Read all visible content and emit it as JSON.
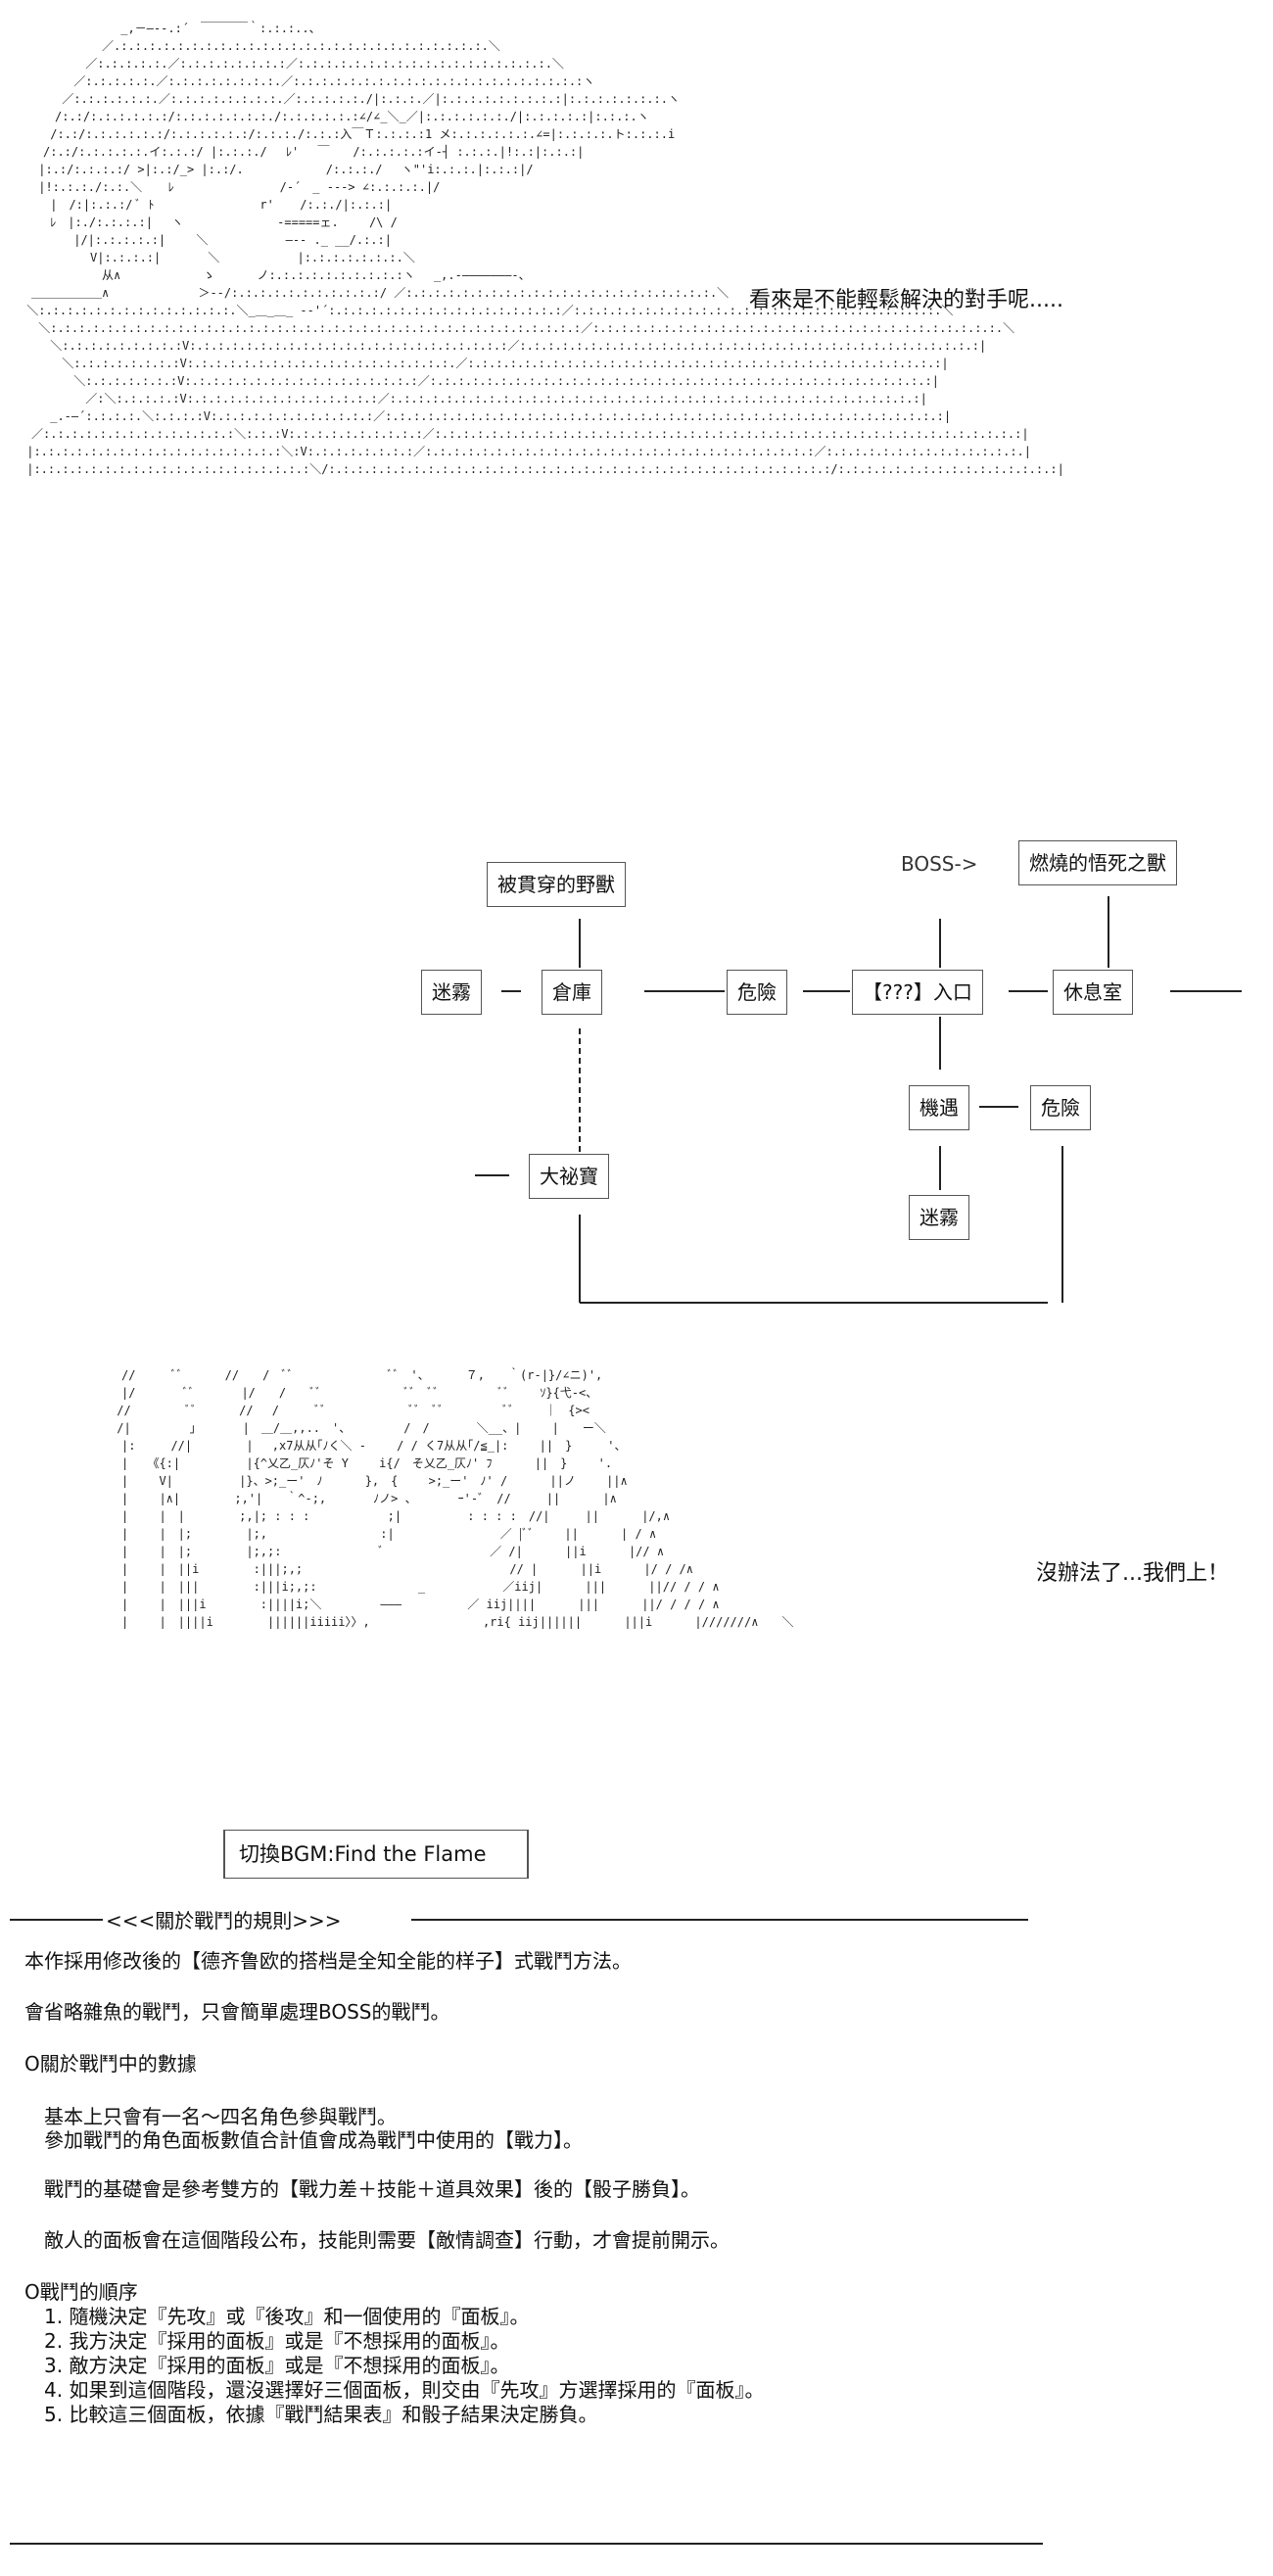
{
  "art": {
    "figure_top": "　　　　　　　　 _,－―-‐.:´　￣￣￣￣｀:.:.:..、\n　　　　　　　／.:.:.:.:.:.:.:.:.:.:.:.:.:.:.:.:.:.:.:.:.:.:.:.:.:.:.＼\n　　　　　 ／:.:.:.:.:.／:.:.:.:.:.:.:.:／:.:.:.:.:.:.:.:.:.:.:.:.:.:.:.:.:.:.＼\n　　　　 ／:.:.:.:.:.／:.:.:.:.:.:.:.:.／:.:.:.:.:.:.:.:.:.:.:.:.:.:.:.:.:.:.:.:.:ヽ\n　　　 ／:.:.:.:.:.:.／:.:.:.:.:.:.:.:.／:.:.:.:.:./|:.:.:.／|:.:.:.:.:.:.:.:.:|:.:.:.:.:.:.:.ヽ\n　　　/:.:/:.:.:.:.:.:/:.:.:.:.:.:.:./:.:.:.:.:.:∠/∠_＼_／|:.:.:.:.:.:./|:.:.:.:.:|:.:.:.ヽ\n　　 /:.:/:.:.:.:.:.:/:.:.:.:.:.:/:.:.:./:.:.:入￣Ｔ:.:.:.:1 メ:.:.:.:.:.:.∠=|:.:.:.:.ト:.:.:.i\n　　/:.:/:.:.:.:.:.イ:.:.:/ |:.:.:./　 ﾚ'　 ￣　　/:.:.:.:.:イ‐┤ :.:.:.|!:.:|:.:.:|\n　 |:.:/:.:.:.:/ >|:.:/_> |:.:/.　　　　　　　/:.:.:./　 ヽ\"'i:.:.:.|:.:.:|/\n　 |!:.:.:./:.:.＼ 　 ﾚ　　　　　　　　　/-´　_ ---> ∠:.:.:.:.|/\n　　 |　/:|:.:.:/ ﾞ ﾄ　　　　　　　　　r' 　 /:.:./|:.:.:|\n　　 ﾚ　|:./:.:.:.:|　 ヽ　　　　　　　　-=====ェ.　　 /\\ / \n　　　　 |/|:.:.:.:.:|　 　＼　　　　　　 ―‐- ._ __/.:.:|\n　　　　　　V|:.:.:.:|　　　　＼　　　　　　 |:.:.:.:.:.:.:.＼\n　　　　　　　从∧　　　　　　　ゝ　　　 ノ:.:.:.:.:.:.:.:.:.:ヽ　 _,.-―――――――-、\n　＿＿＿＿＿＿∧　　　　　　　 ＞-‐/:.:.:.:.:.:.:.:.:.:.:/ ／:.:.:.:.:.:.:.:.:.:.:.:.:.:.:.:.:.:.:.:.:.:.＼\n ＼:.:.:.:.:.:.:.:.:.:.:.:.:.:.＼_＿_＿_ -‐'´:.:.:.:.:.:.:.:.:.:.:.:.:.:.:.:.:／:.:.:.:.:.:.:.:.:.:.:.:.:.:.:.:.:.:.:.:.:.:.:.:.:.:.＼\n　 ＼:.:.:.:.:.:.:.:.:.:.:.:.:.:.:.:.:.:.:.:.:.:.:.:.:.:.:.:.:.:.:.:.:.:.:.:.:.:／:.:.:.:.:.:.:.:.:.:.:.:.:.:.:.:.:.:.:.:.:.:.:.:.:.:.:.:.:.＼\n　　 ＼:.:.:.:.:.:.:.:.:V:.:.:.:.:.:.:.:.:.:.:.:.:.:.:.:.:.:.:.:.:.:.:／:.:.:.:.:.:.:.:.:.:.:.:.:.:.:.:.:.:.:.:.:.:.:.:.:.:.:.:.:.:.:.:.:|\n　　　 ＼:.:.:.:.:.:.:.:V:.:.:.:.:.:.:.:.:.:.:.:.:.:.:.:.:.:.:.／:.:.:.:.:.:.:.:.:.:.:.:.:.:.:.:.:.:.:.:.:.:.:.:.:.:.:.:.:.:.:.:.:.:|\n　　　　 ＼:.:.:.:.:.:.:V:.:.:.:.:.:.:.:.:.:.:.:.:.:.:.:.:／:.:.:.:.:.:.:.:.:.:.:.:.:.:.:.:.:.:.:.:.:.:.:.:.:.:.:.:.:.:.:.:.:.:.:.:|\n　　　　　 ／:＼:.:.:.:.:V:.:.:.:.:.:.:.:.:.:.:.:.:.:／:.:.:.:.:.:.:.:.:.:.:.:.:.:.:.:.:.:.:.:.:.:.:.:.:.:.:.:.:.:.:.:.:.:.:.:.:.:|\n　　 _.-―´:.:.:.:.＼:.:.:.:V:.:.:.:.:.:.:.:.:.:.:.:／:.:.:.:.:.:.:.:.:.:.:.:.:.:.:.:.:.:.:.:.:.:.:.:.:.:.:.:.:.:.:.:.:.:.:.:.:.:.:.:|\n　／:.:.:.:.:.:.:.:.:.:.:.:.:.:＼:.:.:V:.:.:.:.:.:.:.:.:.:／:.:.:.:.:.:.:.:.:.:.:.:.:.:.:.:.:.:.:.:.:.:.:.:.:.:.:.:.:.:.:.:.:.:.:.:.:.:.:.:.:.:|\n |:.:.:.:.:.:.:.:.:.:.:.:.:.:.:.:.:.:＼:V:.:.:.:.:.:.:.:／:.:.:.:.:.:.:.:.:.:.:.:.:.:.:.:.:.:.:.:.:.:.:.:.:.:.:.:／:.:.:.:.:.:.:.:.:.:.:.:.:.:.|\n |:.:.:.:.:.:.:.:.:.:.:.:.:.:.:.:.:.:.:.:＼/:.:.:.:.:.:.:.:.:.:.:.:.:.:.:.:.:.:.:.:.:.:.:.:.:.:.:.:.:.:.:.:.:.:.:.:/:.:.:.:.:.:.:.:.:.:.:.:.:.:.:.:|",
    "figure_bottom": "　　//　　　ﾞﾞ　　　 //　　/　ﾞﾞ　　　　　　　　ﾞﾞ　'、　　　 ７,　　｀(r-|}/∠ニ)',\n　　|/　　　　ﾞﾞ　　　　|/　　/　　ﾞﾞ　　　　　　　ﾞﾞ　ﾞﾞ　　　　　ﾞﾞ　　 ｿ}{弋-<、\n　 //　　　　 ﾞﾞ　　　 //　 /　　　ﾞﾞ　　　　　　　ﾞﾞ　ﾞﾞ　　　　　ﾞﾞ　　 ｜　{><\n　 /|　　　　　｣　　　　|　＿/＿,,..　'、　　　　　/　/　　　　＼__、|　　 |　　ー＼\n　　|:　　　//|　　　　 |　 ,x7从从｢ﾉく＼ -　　 / / く7从从｢/≦_|:　　 ||　}　　　'、\n　　|　 《{:|　　　　　 |{^乂乙_仄ﾉ'そ Y　　 i{/　そ乂乙_仄ﾉ' ﾌ　　　 ||　}　　 '.\n　　|　　 V|　　　　　 |}、>;_ー'　ﾉ　　　 },　{　　 >;_ー'　ﾉ' /　　　 ||ノ　　 ||∧\n　　|　　 |∧|　　　　 ;,'|　　｀^-;,　　　　ﾉノ> 、　　　　ｰ'-゛ //　　　||　　　 |∧\n　　|　　 |　|　　　　 ;,|; : : :　　　　　　 ;|　　　　　 : : : :　//|　　　||　　　 |/,∧\n　　|　　 |　|;　　　　 |;,　　　　　　　　　 :|　　　　　　　　　／ |ﾞﾞ　　 ||　　　 | / ∧\n　　|　　 |　|;　　　　 |;,;:　　　　　　　　 ﾞ　　　　　　　　　／ /|　　　 ||i　　　 |// ∧\n　　|　　 |　||i　　　　 :|||;,;　　　　　　　　　　　　　　　　　 // |　　　 ||i　　　 |/ / /∧\n　　|　　 |　|||　　　　 :|||i;,;:　　　　　　　　 _　　　　　　 ／iij|　　　 |||　　　 ||// / / ∧\n　　|　　 |　|||i　　　　 :||||i;＼　　　　　―――　　　　　 ／ iij||||　　　 |||　　　 ||/ / / / ∧\n　　|　　 |　||||i　　　　 ||||||iiiii〉〉,　　　　　　　　　 ,ri{ iij||||||　　　 |||i　　　 |///////∧　　＼"
  },
  "captions": {
    "first": "看來是不能輕鬆解決的對手呢.....",
    "second": "沒辦法了...我們上！"
  },
  "map": {
    "boss_label": "BOSS->",
    "rooms": {
      "beast": "被貫穿的野獸",
      "mist_left": "迷霧",
      "warehouse": "倉庫",
      "danger_1": "危險",
      "entrance": "【???】入口",
      "rest": "休息室",
      "boss": "燃燒的悟死之獸",
      "chance": "機遇",
      "danger_2": "危險",
      "mist_lower": "迷霧",
      "treasure": "大祕寶"
    }
  },
  "bgm": "切換BGM:Find the Flame",
  "rules": {
    "header": "<<<關於戰鬥的規則>>>",
    "p1": "本作採用修改後的【德齐鲁欧的搭档是全知全能的样子】式戰鬥方法。",
    "p2": "會省略雜魚的戰鬥，只會簡單處理BOSS的戰鬥。",
    "s1_title": "O關於戰鬥中的數據",
    "s1_a": "　基本上只會有一名～四名角色參與戰鬥。",
    "s1_b": "　參加戰鬥的角色面板數值合計值會成為戰鬥中使用的【戰力】。",
    "s1_c": "　戰鬥的基礎會是參考雙方的【戰力差＋技能＋道具效果】後的【骰子勝負】。",
    "s1_d": "　敵人的面板會在這個階段公布，技能則需要【敵情調查】行動，才會提前開示。",
    "s2_title": "O戰鬥的順序",
    "steps": [
      "　1. 隨機決定『先攻』或『後攻』和一個使用的『面板』。",
      "　2. 我方決定『採用的面板』或是『不想採用的面板』。",
      "　3. 敵方決定『採用的面板』或是『不想採用的面板』。",
      "　4. 如果到這個階段，還沒選擇好三個面板，則交由『先攻』方選擇採用的『面板』。",
      "　5. 比較這三個面板，依據『戰鬥結果表』和骰子結果決定勝負。"
    ]
  }
}
